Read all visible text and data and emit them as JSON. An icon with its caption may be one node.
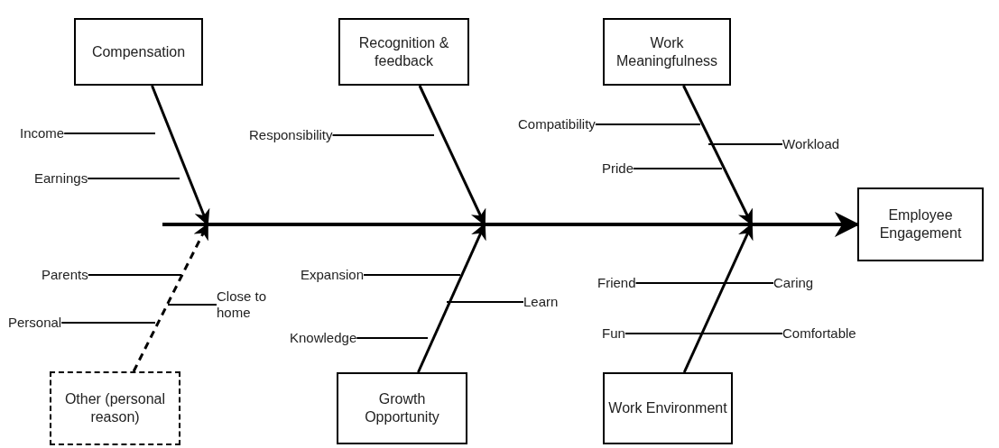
{
  "diagram": {
    "nodes": [
      {
        "text": [
          "Compensation"
        ]
      },
      {
        "text": [
          "Recognition & feedback"
        ]
      },
      {
        "text": [
          "Work Meaningfulness"
        ]
      },
      {
        "text": [
          "Employee Engagement"
        ]
      },
      {
        "text": [
          "Other (personal reason)"
        ]
      },
      {
        "text": [
          "Growth Opportunity"
        ]
      },
      {
        "text": [
          "Work Environment"
        ]
      },
      {
        "text": [
          "Income"
        ]
      },
      {
        "text": [
          "Earnings"
        ]
      },
      {
        "text": [
          "Responsibility"
        ]
      },
      {
        "text": [
          "Compatibility"
        ]
      },
      {
        "text": [
          "Workload"
        ]
      },
      {
        "text": [
          "Pride"
        ]
      },
      {
        "text": [
          "Parents"
        ]
      },
      {
        "text": [
          "Close to home"
        ]
      },
      {
        "text": [
          "Personal"
        ]
      },
      {
        "text": [
          "Expansion"
        ]
      },
      {
        "text": [
          "Learn"
        ]
      },
      {
        "text": [
          "Knowledge"
        ]
      },
      {
        "text": [
          "Friend"
        ]
      },
      {
        "text": [
          "Caring"
        ]
      },
      {
        "text": [
          "Fun"
        ]
      },
      {
        "text": [
          "Comfortable"
        ]
      }
    ],
    "edges": [
      {
        "from": null,
        "to": 3,
        "arrow": "to",
        "style": "thick"
      },
      {
        "from": 0,
        "to": null,
        "arrow": "to"
      },
      {
        "from": 1,
        "to": null,
        "arrow": "to"
      },
      {
        "from": 2,
        "to": null,
        "arrow": "to"
      },
      {
        "from": 4,
        "to": null,
        "arrow": "to",
        "style": "dashed"
      },
      {
        "from": 5,
        "to": null,
        "arrow": "to"
      },
      {
        "from": 6,
        "to": null,
        "arrow": "to"
      },
      {
        "from": 7,
        "to": null,
        "arrow": "none"
      },
      {
        "from": 8,
        "to": null,
        "arrow": "none"
      },
      {
        "from": 9,
        "to": null,
        "arrow": "none"
      },
      {
        "from": 10,
        "to": null,
        "arrow": "none"
      },
      {
        "from": 11,
        "to": null,
        "arrow": "none"
      },
      {
        "from": 12,
        "to": null,
        "arrow": "none"
      },
      {
        "from": 13,
        "to": null,
        "arrow": "none"
      },
      {
        "from": 14,
        "to": null,
        "arrow": "none"
      },
      {
        "from": 15,
        "to": null,
        "arrow": "none"
      },
      {
        "from": 16,
        "to": null,
        "arrow": "none"
      },
      {
        "from": 17,
        "to": null,
        "arrow": "none"
      },
      {
        "from": 18,
        "to": null,
        "arrow": "none"
      },
      {
        "from": 19,
        "to": 20,
        "arrow": "none"
      },
      {
        "from": 21,
        "to": 22,
        "arrow": "none"
      }
    ]
  }
}
